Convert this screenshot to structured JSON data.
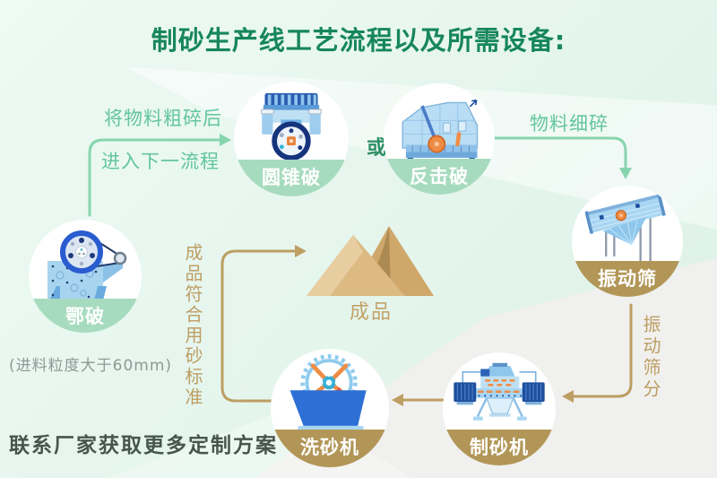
{
  "title": "制砂生产线工艺流程以及所需设备:",
  "flow": {
    "coarse_line1": "将物料粗碎后",
    "coarse_line2": "进入下一流程",
    "or": "或",
    "fine_crush": "物料细碎",
    "screening": "振动筛分",
    "sand_standard": "成品符合用砂标准"
  },
  "nodes": {
    "cone_crusher": "圆锥破",
    "impact_crusher": "反击破",
    "vibrating_screen": "振动筛",
    "sand_maker": "制砂机",
    "sand_washer": "洗砂机",
    "jaw_crusher": "鄂破"
  },
  "jaw_note": "(进料粒度大于60mm)",
  "product_label": "成品",
  "footer": "联系厂家获取更多定制方案",
  "colors": {
    "title_green": "#17865c",
    "flow_green": "#63c59d",
    "band_green": "#a7dbbf",
    "band_tan": "#b29657",
    "flow_tan": "#bd9e63",
    "or_green": "#2e8f66",
    "note_gray": "#8b9a94",
    "footer_dark": "#46564f",
    "bg_mint": "#e6f6ee",
    "bg_gray": "#f0f0ee",
    "machine_blue": "#a9d6f2",
    "machine_navy": "#1d4f9e",
    "accent_orange": "#ef8c44",
    "sand_tan": "#dcba82"
  }
}
